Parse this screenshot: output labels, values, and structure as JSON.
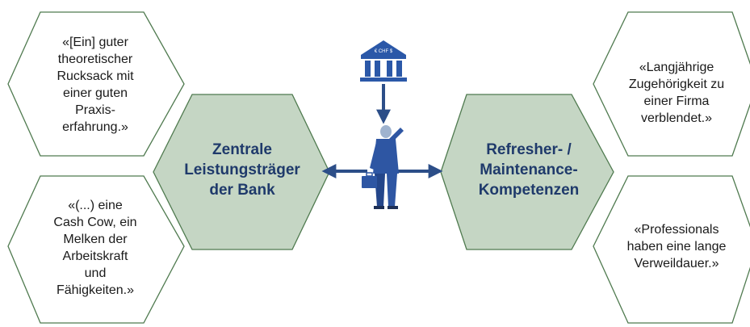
{
  "colors": {
    "hex_outline": "#4f7a4f",
    "hex_fill_center": "#c5d6c4",
    "arrow": "#2c4e88",
    "center_text": "#1f3a6b",
    "person_suit": "#2e56a3",
    "bank": "#2b58a8"
  },
  "quotes": {
    "top_left": "«[Ein] guter\ntheoretischer\nRucksack mit\neiner guten\nPraxis-\nerfahrung.»",
    "bottom_left": "«(...) eine\nCash Cow, ein\nMelken der\nArbeitskraft\nund\nFähigkeiten.»",
    "top_right": "«Langjährige\nZugehörigkeit zu\neiner Firma\nverblendet.»",
    "bottom_right": "«Professionals\nhaben eine lange\nVerweildauer.»"
  },
  "center": {
    "left": "Zentrale\nLeistungsträger\nder Bank",
    "right": "Refresher- /\nMaintenance-\nKompetenzen"
  },
  "icons": {
    "bank": "bank-building-icon",
    "bank_label": "€ CHF $",
    "person": "businessman-icon"
  }
}
